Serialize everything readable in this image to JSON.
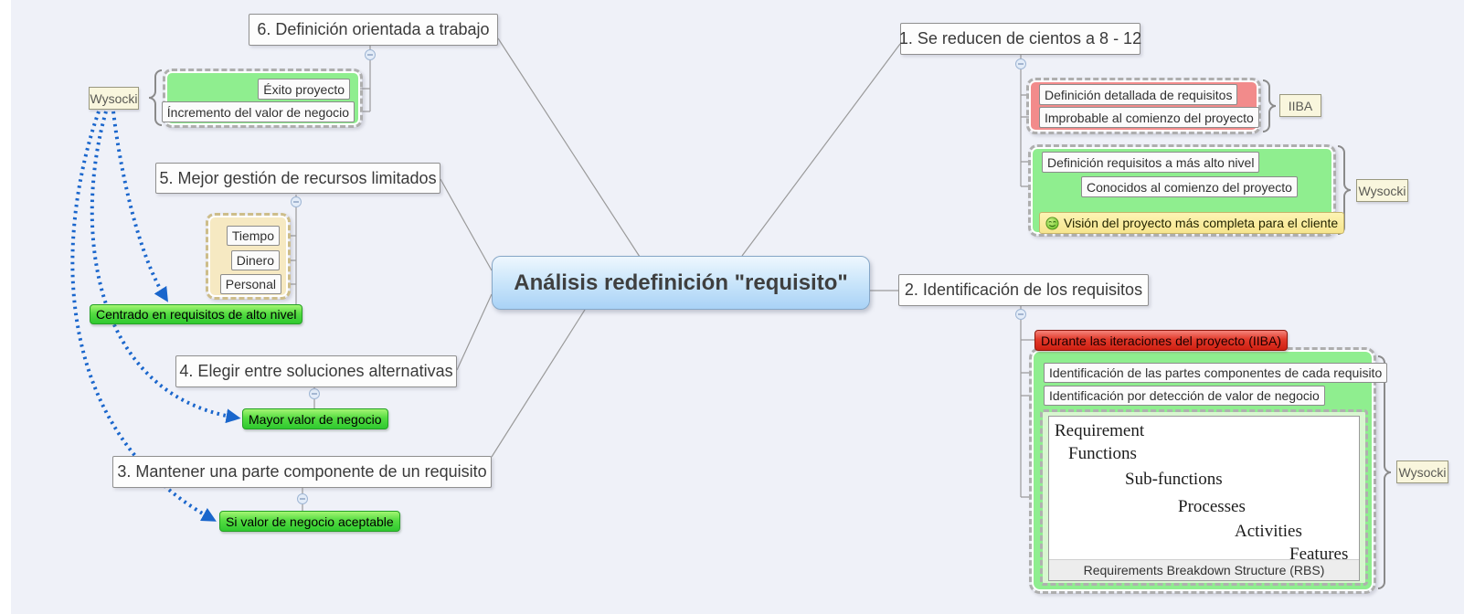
{
  "central": {
    "title": "Análisis redefinición \"requisito\""
  },
  "topic1": {
    "title": "1. Se reducen de cientos a 8 - 12",
    "iiba_group": {
      "items": [
        "Definición detallada de requisitos",
        "Improbable al comienzo del proyecto"
      ],
      "label": "IIBA"
    },
    "wysocki_group": {
      "items": [
        "Definición requisitos a más alto nivel",
        "Conocidos al comienzo del proyecto"
      ],
      "note": "Visión del proyecto más completa para el cliente",
      "label": "Wysocki"
    }
  },
  "topic2": {
    "title": "2. Identificación de los requisitos",
    "warning": "Durante las iteraciones del proyecto (IIBA)",
    "group": {
      "items": [
        "Identificación de las partes componentes de cada requisito",
        "Identificación por detección de valor de negocio"
      ],
      "label": "Wysocki"
    },
    "rbs": {
      "levels": [
        "Requirement",
        "Functions",
        "Sub-functions",
        "Processes",
        "Activities",
        "Features"
      ],
      "caption": "Requirements Breakdown Structure (RBS)"
    }
  },
  "topic3": {
    "title": "3. Mantener una parte componente de un requisito",
    "leaf": "Si valor de negocio aceptable"
  },
  "topic4": {
    "title": "4. Elegir entre soluciones alternativas",
    "leaf": "Mayor valor de negocio"
  },
  "topic5": {
    "title": "5. Mejor gestión de recursos limitados",
    "resources": [
      "Tiempo",
      "Dinero",
      "Personal"
    ],
    "leaf": "Centrado en requisitos de alto nivel"
  },
  "topic6": {
    "title": "6. Definición orientada a trabajo",
    "items": [
      "Éxito proyecto",
      "Íncremento del valor de negocio"
    ],
    "label": "Wysocki"
  },
  "colors": {
    "canvas": "#eff1f8",
    "central_blue": "#a9d2f6",
    "group_green": "#8fee8f",
    "group_red": "#f28b8b",
    "group_tan": "#f6e9c2",
    "leaf_green": "#2fc92f",
    "leaf_red": "#cf2012",
    "note_yellow": "#f6e58e",
    "arrow_blue": "#1a66cc",
    "line_gray": "#9a9a9a"
  }
}
